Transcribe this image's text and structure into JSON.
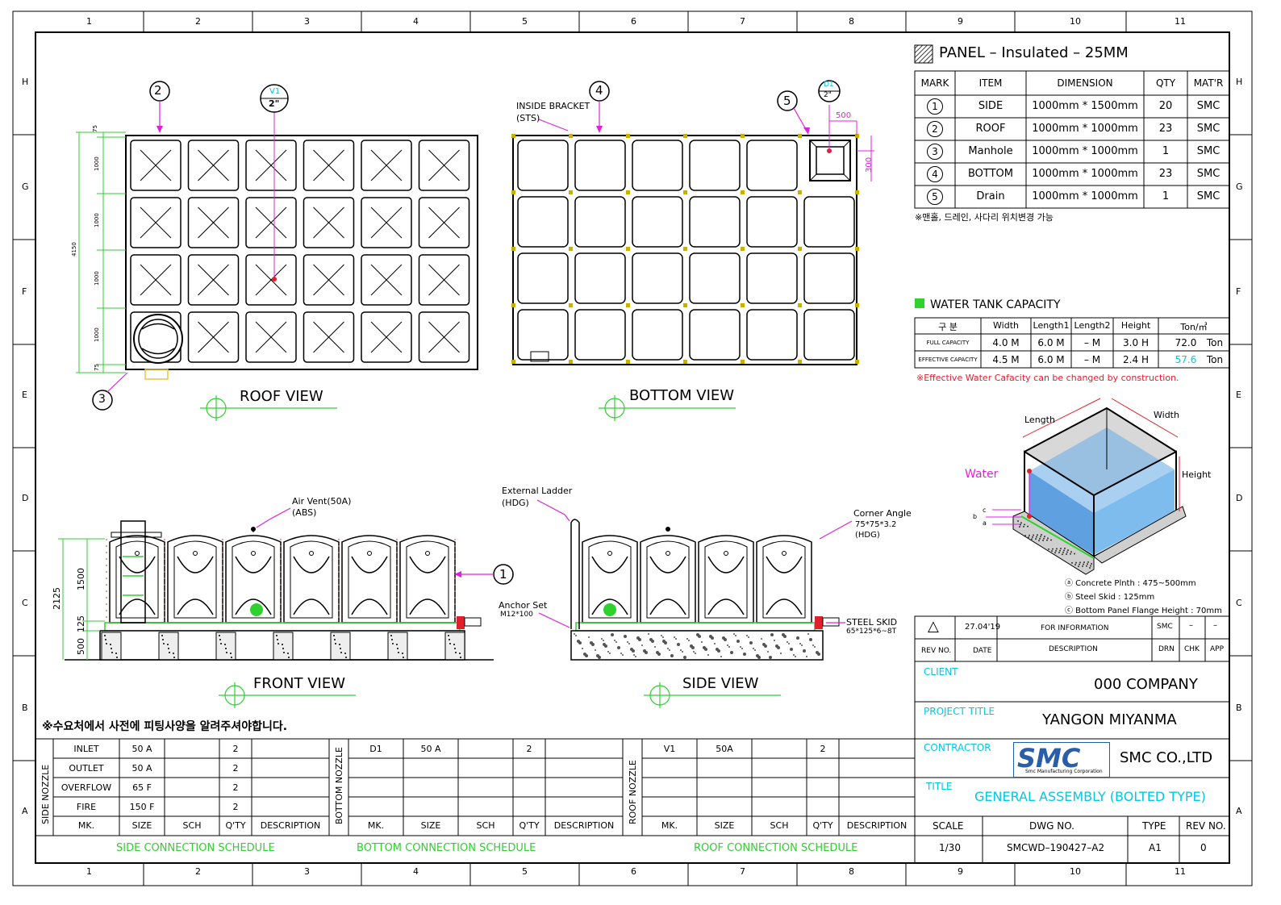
{
  "grid": {
    "columns": [
      "1",
      "2",
      "3",
      "4",
      "5",
      "6",
      "7",
      "8",
      "9",
      "10",
      "11"
    ],
    "rows": [
      "H",
      "G",
      "F",
      "E",
      "D",
      "C",
      "B",
      "A"
    ]
  },
  "views": {
    "roof": {
      "title": "ROOF VIEW",
      "callouts": [
        "2",
        "3"
      ],
      "dims": [
        "75",
        "1000",
        "1000",
        "1000",
        "1000",
        "75",
        "4150"
      ],
      "vent_mark": "V1",
      "vent_size": "2\""
    },
    "bottom": {
      "title": "BOTTOM VIEW",
      "bracket": "INSIDE BRACKET",
      "bracket_mat": "(STS)",
      "callouts": [
        "4",
        "5"
      ],
      "drain_mark": "D1",
      "drain_size": "2\"",
      "dim_500": "500",
      "dim_300": "300"
    },
    "front": {
      "title": "FRONT VIEW",
      "air_vent": "Air Vent(50A)",
      "air_vent_mat": "(ABS)",
      "callout": "1",
      "dims": [
        "2125",
        "1500",
        "125",
        "500"
      ]
    },
    "side": {
      "title": "SIDE VIEW",
      "ladder": "External Ladder",
      "ladder_mat": "(HDG)",
      "corner": "Corner Angle",
      "corner_size": "75*75*3.2",
      "corner_mat": "(HDG)",
      "anchor": "Anchor Set",
      "anchor_size": "M12*100",
      "skid": "STEEL SKID",
      "skid_size": "65*125*6~8T"
    }
  },
  "panel_table": {
    "title": "PANEL  –  Insulated  –  25MM",
    "headers": [
      "MARK",
      "ITEM",
      "DIMENSION",
      "QTY",
      "MAT'R"
    ],
    "rows": [
      [
        "1",
        "SIDE",
        "1000mm * 1500mm",
        "20",
        "SMC"
      ],
      [
        "2",
        "ROOF",
        "1000mm * 1000mm",
        "23",
        "SMC"
      ],
      [
        "3",
        "Manhole",
        "1000mm * 1000mm",
        "1",
        "SMC"
      ],
      [
        "4",
        "BOTTOM",
        "1000mm * 1000mm",
        "23",
        "SMC"
      ],
      [
        "5",
        "Drain",
        "1000mm * 1000mm",
        "1",
        "SMC"
      ]
    ],
    "note": "※맨홀, 드레인, 사다리 위치변경 가능"
  },
  "capacity": {
    "title": "WATER TANK CAPACITY",
    "headers": [
      "구  분",
      "Width",
      "Length1",
      "Length2",
      "Height",
      "Ton/㎥"
    ],
    "rows": [
      [
        "FULL CAPACITY",
        "4.0  M",
        "6.0  M",
        "–  M",
        "3.0  H",
        "72.0",
        "Ton"
      ],
      [
        "EFFECTIVE CAPACITY",
        "4.5  M",
        "6.0  M",
        "–  M",
        "2.4  H",
        "57.6",
        "Ton"
      ]
    ],
    "note": "※Effective Water Cafacity can be changed by construction."
  },
  "iso": {
    "length": "Length",
    "width": "Width",
    "height": "Height",
    "water": "Water",
    "notes": [
      "ⓐ Concrete Plnth : 475~500mm",
      "ⓑ Steel Skid : 125mm",
      "ⓒ Bottom Panel Flange Height : 70mm"
    ],
    "marks": [
      "c",
      "b",
      "a"
    ]
  },
  "revision": {
    "date": "27.04'19",
    "description": "FOR INFORMATION",
    "by": "SMC",
    "chk": "–",
    "app": "–",
    "h_rev": "REV NO.",
    "h_date": "DATE",
    "h_desc": "DESCRIPTION",
    "h_drn": "DRN",
    "h_chk": "CHK",
    "h_app": "APP"
  },
  "title_block": {
    "client_label": "CLIENT",
    "client": "000 COMPANY",
    "project_label": "PROJECT TITLE",
    "project": "YANGON MIYANMA",
    "contractor_label": "CONTRACTOR",
    "contractor": "SMC CO.,LTD",
    "logo_text": "SMC",
    "logo_sub": "Smc Manufacturing Corporation",
    "title_label": "TITLE",
    "title": "GENERAL ASSEMBLY (BOLTED TYPE)",
    "h_scale": "SCALE",
    "h_dwg": "DWG NO.",
    "h_type": "TYPE",
    "h_rev": "REV NO.",
    "scale": "1/30",
    "dwg": "SMCWD–190427–A2",
    "type": "A1",
    "rev": "0"
  },
  "notice": "※수요처에서 사전에 피팅사양을 알려주셔야합니다.",
  "schedules": {
    "headers": [
      "MK.",
      "SIZE",
      "SCH",
      "Q'TY",
      "DESCRIPTION"
    ],
    "side": {
      "label": "SIDE  NOZZLE",
      "title": "SIDE CONNECTION SCHEDULE",
      "rows": [
        [
          "INLET",
          "50 A",
          "",
          "2",
          ""
        ],
        [
          "OUTLET",
          "50 A",
          "",
          "2",
          ""
        ],
        [
          "OVERFLOW",
          "65 F",
          "",
          "2",
          ""
        ],
        [
          "FIRE",
          "150 F",
          "",
          "2",
          ""
        ]
      ]
    },
    "bottom": {
      "label": "BOTTOM  NOZZLE",
      "title": "BOTTOM  CONNECTION SCHEDULE",
      "rows": [
        [
          "D1",
          "50 A",
          "",
          "2",
          ""
        ],
        [
          "",
          "",
          "",
          "",
          ""
        ],
        [
          "",
          "",
          "",
          "",
          ""
        ],
        [
          "",
          "",
          "",
          "",
          ""
        ]
      ]
    },
    "roof": {
      "label": "ROOF  NOZZLE",
      "title": "ROOF CONNECTION SCHEDULE",
      "rows": [
        [
          "V1",
          "50A",
          "",
          "2",
          ""
        ],
        [
          "",
          "",
          "",
          "",
          ""
        ],
        [
          "",
          "",
          "",
          "",
          ""
        ],
        [
          "",
          "",
          "",
          "",
          ""
        ]
      ]
    }
  },
  "colors": {
    "green": "#2ed12e",
    "cyan": "#00c8e8",
    "magenta": "#e020e0",
    "red": "#e0202a",
    "water": "#5fa8e0"
  }
}
